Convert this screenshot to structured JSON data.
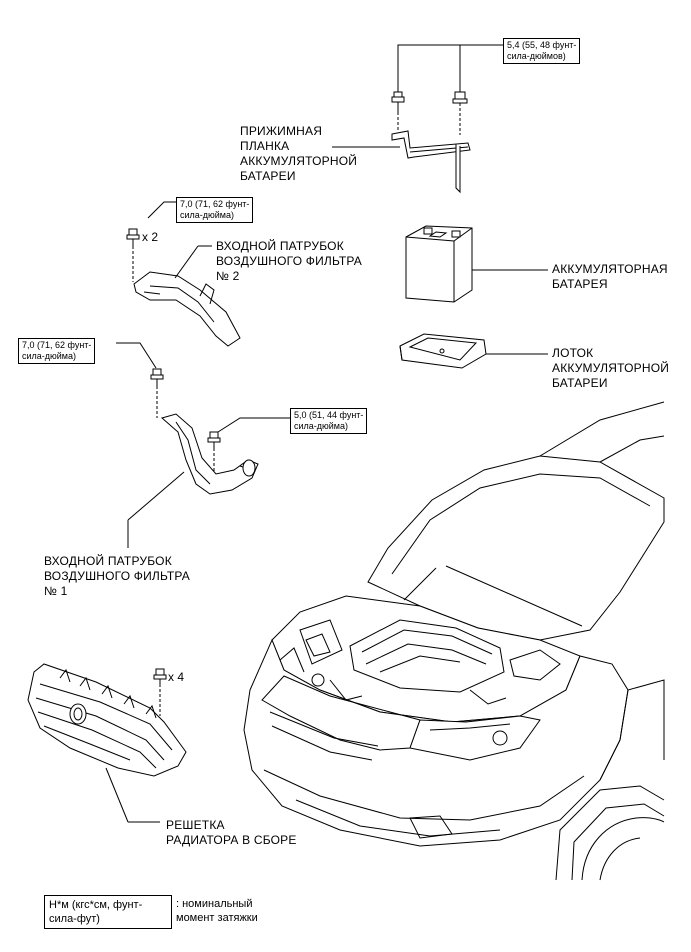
{
  "parts": {
    "battery_clamp": "ПРИЖИМНАЯ\nПЛАНКА\nАККУМУЛЯТОРНОЙ\nБАТАРЕИ",
    "battery": "АККУМУЛЯТОРНАЯ\nБАТАРЕЯ",
    "battery_tray": "ЛОТОК\nАККУМУЛЯТОРНОЙ\nБАТАРЕИ",
    "air_inlet_2": "ВХОДНОЙ ПАТРУБОК\nВОЗДУШНОГО ФИЛЬТРА\n№ 2",
    "air_inlet_1": "ВХОДНОЙ ПАТРУБОК\nВОЗДУШНОГО ФИЛЬТРА\n№ 1",
    "radiator_grille": "РЕШЕТКА\nРАДИАТОРА В СБОРЕ"
  },
  "torques": {
    "clamp": "5,4 (55, 48 фунт-\nсила-дюймов)",
    "inlet_2": "7,0 (71, 62 фунт-\nсила-дюйма)",
    "inlet_1_top": "7,0 (71, 62 фунт-\nсила-дюйма)",
    "inlet_1_side": "5,0 (51, 44 фунт-\nсила-дюйма)"
  },
  "quantities": {
    "inlet_2_bolts": "x 2",
    "grille_clips": "x 4"
  },
  "legend": {
    "unit_box": "Н*м (кгс*см, фунт-\nсила-фут)",
    "meaning": ": номинальный\nмомент затяжки"
  }
}
